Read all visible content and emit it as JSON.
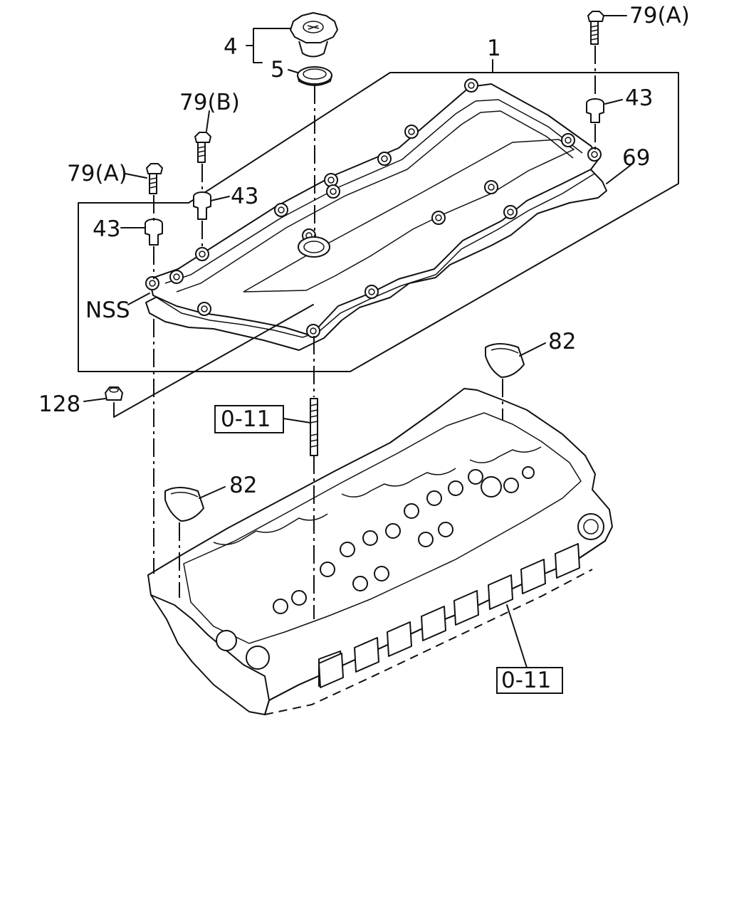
{
  "callouts": {
    "c4": "4",
    "c5": "5",
    "c1": "1",
    "c79a_top": "79(A)",
    "c43_top": "43",
    "c69": "69",
    "c79b": "79(B)",
    "c79a_left": "79(A)",
    "c43_mid": "43",
    "c43_left": "43",
    "nss": "NSS",
    "c82_top": "82",
    "c128": "128",
    "ref_upper": "0-11",
    "c82_left": "82",
    "ref_lower": "0-11"
  }
}
